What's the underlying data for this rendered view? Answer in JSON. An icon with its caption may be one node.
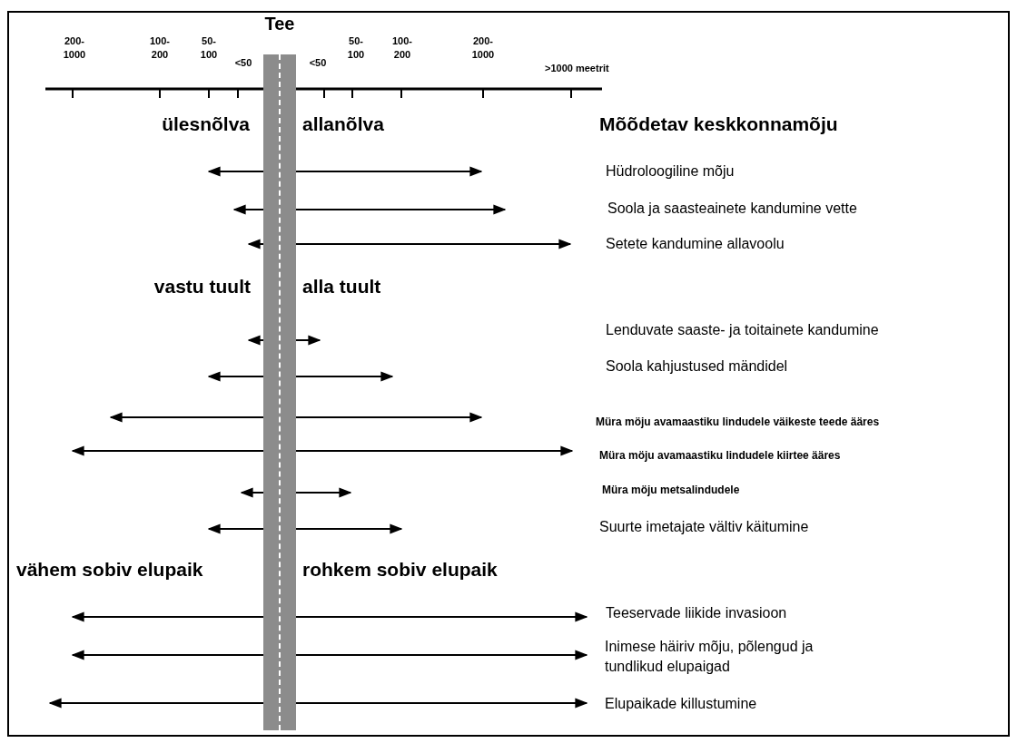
{
  "diagram": {
    "nodes": [
      {
        "text": [
          "Tee"
        ]
      }
    ],
    "edges": [],
    "labels": [
      "200- 1000",
      "100- 200",
      "50- 100",
      "<50",
      "<50",
      "50- 100",
      "100- 200",
      "200- 1000",
      ">1000 meetrit",
      "ülesnõlva",
      "allanõlva",
      "Mõõdetav keskkonnamõju",
      "Hüdroloogiline mõju",
      "Soola ja saasteainete kandumine vette",
      "Setete kandumine allavoolu",
      "vastu tuult",
      "alla tuult",
      "Lenduvate saaste- ja toitainete kandumine",
      "Soola kahjustused mändidel",
      "Müra möju avamaastiku lindudele väikeste teede ääres",
      "Müra möju avamaastiku lindudele kiirtee ääres",
      "Müra möju metsalindudele",
      "Suurte imetajate vältiv käitumine",
      "vähem sobiv elupaik",
      "rohkem sobiv elupaik",
      "Teeservade liikide invasioon",
      "Inimese häiriv mõju, põlengud ja tundlikud elupaigad",
      "Elupaikade killustumine"
    ]
  }
}
